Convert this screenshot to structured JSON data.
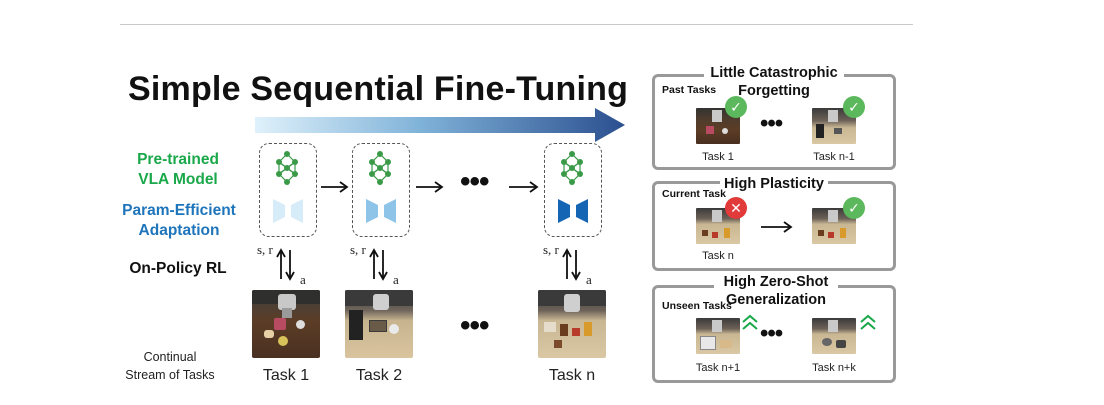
{
  "title": "Simple Sequential Fine-Tuning",
  "left_labels": {
    "pretrained": [
      "Pre-trained",
      "VLA Model"
    ],
    "param_efficient": [
      "Param-Efficient",
      "Adaptation"
    ],
    "onpolicy": "On-Policy RL",
    "stream": [
      "Continual",
      "Stream of Tasks"
    ]
  },
  "signals": {
    "state_reward": "s, r",
    "action": "a"
  },
  "tasks": [
    "Task 1",
    "Task 2",
    "Task n"
  ],
  "panels": {
    "forgetting": {
      "title": [
        "Little Catastrophic",
        "Forgetting"
      ],
      "sublabel": "Past Tasks",
      "items": [
        "Task 1",
        "Task n-1"
      ]
    },
    "plasticity": {
      "title": "High Plasticity",
      "sublabel": "Current Task",
      "items": [
        "Task n",
        ""
      ]
    },
    "generalization": {
      "title": [
        "High Zero-Shot",
        "Generalization"
      ],
      "sublabel": "Unseen Tasks",
      "items": [
        "Task n+1",
        "Task n+k"
      ]
    }
  },
  "colors": {
    "green": "#1aa84a",
    "blue": "#1f75bb",
    "arrow_dark": "#2b4f8f",
    "check": "#5cb85c",
    "cross": "#e03a3a"
  },
  "icons": [
    "neural-network-icon",
    "adapter-icon",
    "check-icon",
    "cross-icon",
    "double-chevron-up-icon"
  ]
}
